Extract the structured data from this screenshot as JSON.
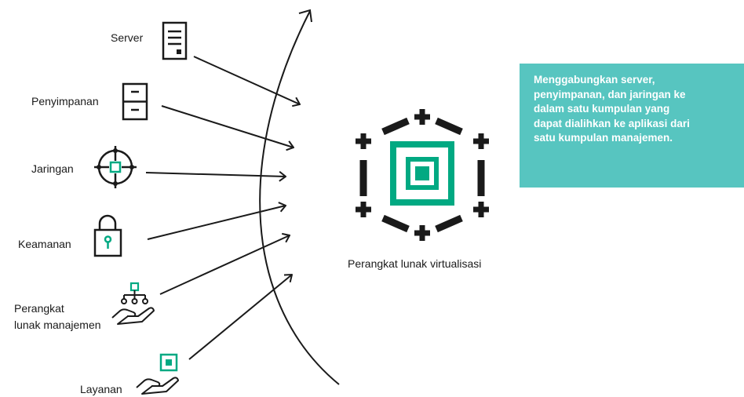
{
  "components": [
    {
      "label": "Server",
      "icon": "server-icon"
    },
    {
      "label": "Penyimpanan",
      "icon": "storage-cabinet-icon"
    },
    {
      "label": "Jaringan",
      "icon": "network-crosshair-icon"
    },
    {
      "label": "Keamanan",
      "icon": "padlock-icon"
    },
    {
      "label": "Perangkat lunak manajemen",
      "line1": "Perangkat",
      "line2": "lunak manajemen",
      "icon": "management-hierarchy-hand-icon"
    },
    {
      "label": "Layanan",
      "icon": "service-hand-icon"
    }
  ],
  "center": {
    "label": "Perangkat lunak virtualisasi",
    "icon": "virtualization-hexagon-icon"
  },
  "callout": {
    "text": "Menggabungkan server, penyimpanan, dan jaringan ke dalam satu kumpulan yang dapat dialihkan ke aplikasi dari satu kumpulan manajemen."
  },
  "colors": {
    "accent": "#01a982",
    "callout_bg": "#57c5c0",
    "ink": "#1a1a1a"
  }
}
